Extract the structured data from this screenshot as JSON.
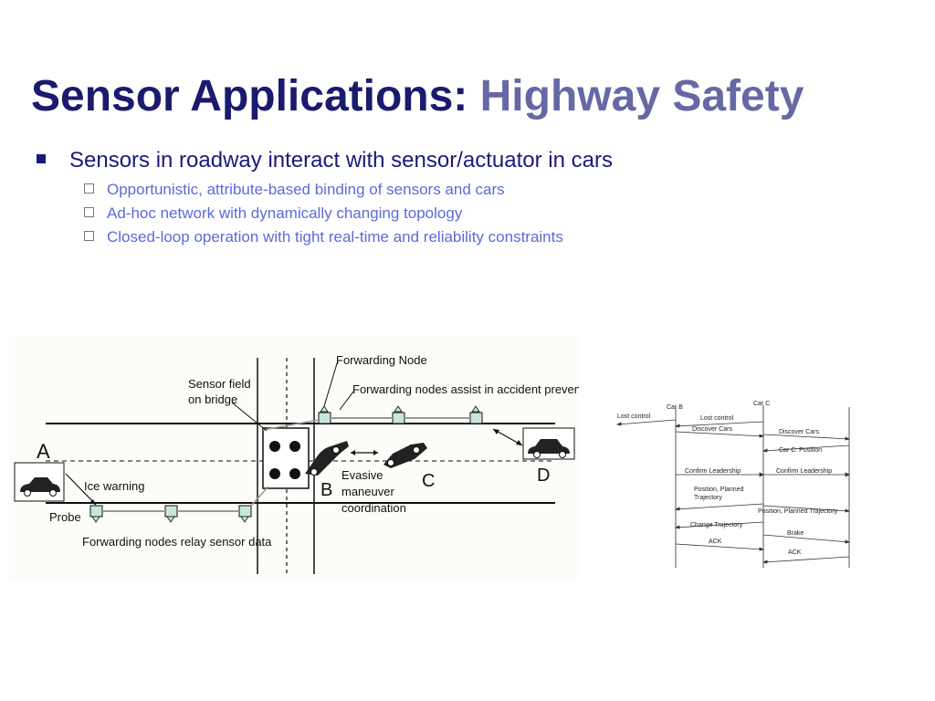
{
  "slide": {
    "title_main": "Sensor Applications:",
    "title_accent": "Highway Safety",
    "bullet": "Sensors in roadway interact with sensor/actuator in cars",
    "sub_bullets": [
      "Opportunistic, attribute-based binding of sensors and cars",
      "Ad-hoc network with dynamically changing topology",
      "Closed-loop operation with tight real-time and reliability constraints"
    ]
  },
  "highway_diagram": {
    "forwarding_node": "Forwarding Node",
    "sensor_field_line1": "Sensor field",
    "sensor_field_line2": "on bridge",
    "forwarding_assist": "Forwarding nodes assist in accident prevention",
    "label_a": "A",
    "label_b": "B",
    "label_c": "C",
    "label_d": "D",
    "ice_warning": "Ice warning",
    "probe": "Probe",
    "evasive_line1": "Evasive",
    "evasive_line2": "maneuver",
    "evasive_line3": "coordination",
    "forwarding_relay": "Forwarding nodes relay sensor data"
  },
  "sequence_diagram": {
    "car_b": "Car B",
    "car_c": "Car C",
    "messages": [
      "Lost control",
      "Lost control",
      "Discover Cars",
      "Discover Cars",
      "Car C: Position",
      "Confirm Leadership",
      "Confirm Leadership",
      "Position, Planned",
      "Trajectory",
      "Position, Planned Trajectory",
      "Change Trajectory",
      "Brake",
      "ACK",
      "ACK"
    ]
  },
  "colors": {
    "title_main": "#1a1a6e",
    "title_accent": "#6668a6",
    "bullet": "#1a1a7a",
    "sub_bullet": "#5a6bd8",
    "node_fill": "#c8e6dc"
  }
}
